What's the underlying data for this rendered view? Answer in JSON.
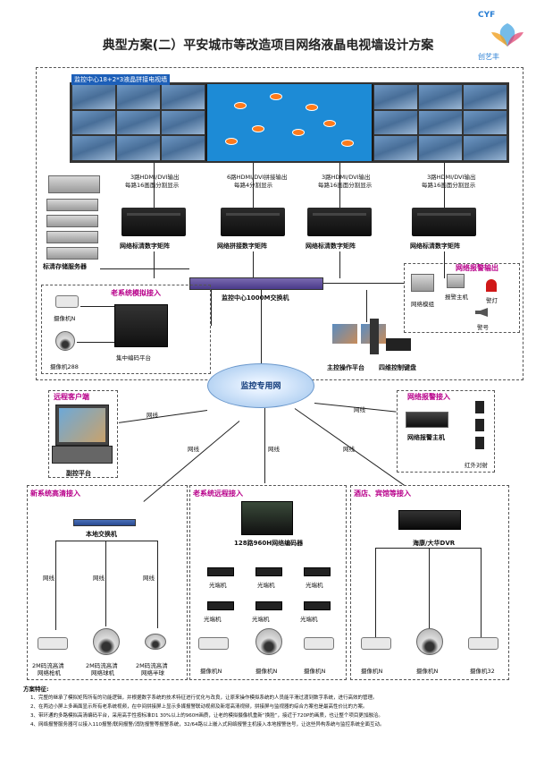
{
  "title": "典型方案(二）平安城市等改造项目网络液晶电视墙设计方案",
  "logo": {
    "text": "CYF",
    "cn": "创艺丰"
  },
  "wall_label": "监控中心18+2*3液晶拼接电视墙",
  "outputs": [
    {
      "line1": "3路HDMI/DVI输出",
      "line2": "每路16画面分割显示"
    },
    {
      "line1": "6路HDMI/DVI拼接输出",
      "line2": "每路4分割显示"
    },
    {
      "line1": "3路HDMI/DVI输出",
      "line2": "每路16画面分割显示"
    },
    {
      "line1": "3路HDMI/DVI输出",
      "line2": "每路16画面分割显示"
    }
  ],
  "matrices": [
    "网络标清数字矩阵",
    "网络拼接数字矩阵",
    "网络标清数字矩阵",
    "网络标清数字矩阵"
  ],
  "storage_label": "标清存储服务器",
  "old_analog": {
    "title": "老系统模拟接入",
    "camera": "摄像机N",
    "ptz": "摄像机288",
    "platform": "集中编码平台"
  },
  "switch_label": "监控中心1000M交换机",
  "alarm_out": {
    "title": "网络报警输出",
    "module": "网络模组",
    "host": "报警主机",
    "light": "警灯",
    "horn": "警号"
  },
  "control": {
    "platform": "主控操作平台",
    "keyboard": "四维控制键盘"
  },
  "cloud_label": "监控专用网",
  "remote_client": {
    "title": "远程客户端",
    "platform": "副控平台"
  },
  "net_alarm": {
    "title": "网络报警接入",
    "host": "网络报警主机",
    "ir": "红外对射"
  },
  "wire_label": "网线",
  "new_hd": {
    "title": "新系统高清接入",
    "switch": "本地交换机",
    "cam1": "2M码流高清",
    "cam1b": "网络枪机",
    "cam2": "2M码流高清",
    "cam2b": "网络球机",
    "cam3": "2M码流高清",
    "cam3b": "网络半球"
  },
  "old_remote": {
    "title": "老系统远程接入",
    "encoder": "128路960H网络编码器",
    "converter": "光端机",
    "cam": "摄像机N"
  },
  "hotel": {
    "title": "酒店、宾馆等接入",
    "dvr": "海康/大华DVR",
    "cam_n": "摄像机N",
    "cam_32": "摄像机32"
  },
  "features_title": "方案特征:",
  "features": [
    "1、完整的继承了模拟矩阵所有的功能逻辑，并根据数字系统的技术特征进行优化与改良，让原来操作模拟系统的人员能平滑过渡到数字系统，进行高效的管理。",
    "2、在两边小屏上多画面显示所有老系统视频，在中间拼接屏上显示多媒报警联动视频及新增高清视频，拼接屏与监视器的综合方案也是最高性价比的方案。",
    "3、带环通的多路模拟高清编码平台，采用高手性按标准D1 30%以上的960H画质，让老的模拟摄像机重新“换脸”，接近于720P的画质，也让整个项目更加融洽。",
    "4、网络报警服务器可以接入110报警/联网报警/消防报警等报警系统，32/64路以上嵌入式网络报警主机接入本地报警信号，让这些异构系统与监控系统全面互动。"
  ],
  "colors": {
    "accent_label": "#b8008a",
    "wall_label_bg": "#1d5fb8"
  }
}
